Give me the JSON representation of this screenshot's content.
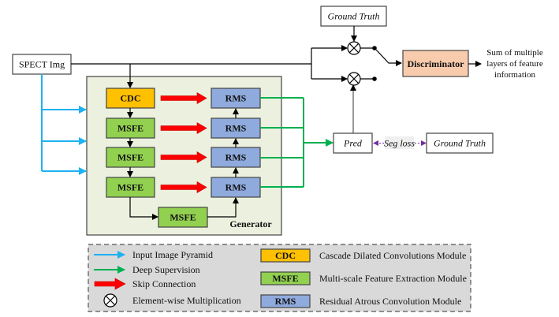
{
  "colors": {
    "cdc": "#FFC000",
    "msfe": "#92D050",
    "rms": "#8FAADC",
    "discriminator": "#F8CBAD",
    "generator_bg": "#EBF1DE",
    "legend_bg": "#D9D9D9",
    "input_pyramid": "#1FB2F0",
    "deep_supervision": "#00B050",
    "skip_connection": "#FF0000",
    "seg_loss": "#7030A0"
  },
  "input": {
    "label": "SPECT Img"
  },
  "generator": {
    "label": "Generator",
    "encoder": [
      {
        "label": "CDC",
        "type": "cdc"
      },
      {
        "label": "MSFE",
        "type": "msfe"
      },
      {
        "label": "MSFE",
        "type": "msfe"
      },
      {
        "label": "MSFE",
        "type": "msfe"
      }
    ],
    "bottleneck": {
      "label": "MSFE",
      "type": "msfe"
    },
    "decoder": [
      {
        "label": "RMS",
        "type": "rms"
      },
      {
        "label": "RMS",
        "type": "rms"
      },
      {
        "label": "RMS",
        "type": "rms"
      },
      {
        "label": "RMS",
        "type": "rms"
      }
    ]
  },
  "pred": {
    "label": "Pred"
  },
  "seg_loss": {
    "label": "Seg loss"
  },
  "ground_truth_top": {
    "label": "Ground Truth"
  },
  "ground_truth_right": {
    "label": "Ground Truth"
  },
  "discriminator": {
    "label": "Discriminator",
    "output_lines": [
      "Sum of multiple",
      "layers of feature",
      "information"
    ]
  },
  "legend": {
    "left": [
      {
        "icon": "blue-arrow-icon",
        "label": "Input Image Pyramid"
      },
      {
        "icon": "green-arrow-icon",
        "label": "Deep Supervision"
      },
      {
        "icon": "red-thick-arrow-icon",
        "label": "Skip Connection"
      },
      {
        "icon": "multiply-circle-icon",
        "label": "Element-wise Multiplication"
      }
    ],
    "right": [
      {
        "box": "CDC",
        "type": "cdc",
        "label": "Cascade Dilated Convolutions Module"
      },
      {
        "box": "MSFE",
        "type": "msfe",
        "label": "Multi-scale Feature Extraction Module"
      },
      {
        "box": "RMS",
        "type": "rms",
        "label": "Residual Atrous Convolution Module"
      }
    ]
  }
}
